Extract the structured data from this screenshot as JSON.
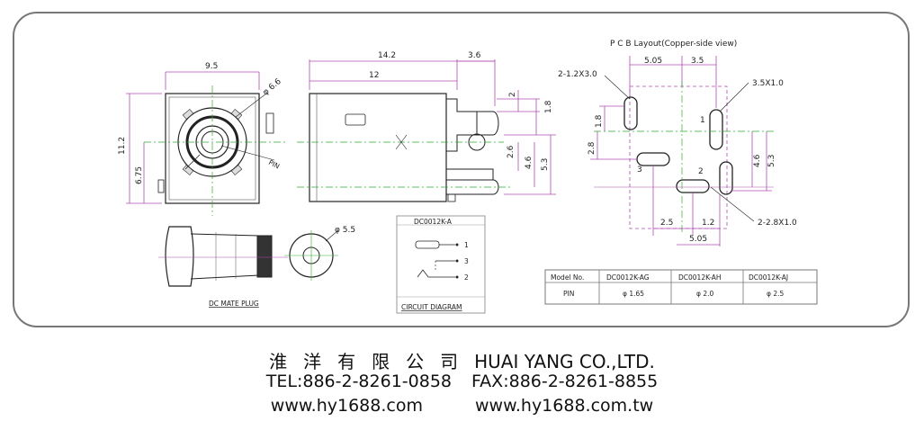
{
  "top_view": {
    "dim_width": "9.5",
    "dim_dia": "φ 6.6",
    "dim_height": "11.2",
    "dim_center": "6.75",
    "pin_label": "PIN"
  },
  "side_view": {
    "dim_total": "14.2",
    "dim_body": "12",
    "dim_tail": "3.6",
    "dim_2": "2",
    "dim_1_8": "1.8",
    "dim_2_6": "2.6",
    "dim_4_6": "4.6",
    "dim_5_3": "5.3"
  },
  "plug": {
    "label": "DC MATE PLUG",
    "dim_dia": "φ 5.5"
  },
  "circuit": {
    "title": "DC0012K-A",
    "pin1": "1",
    "pin3": "3",
    "pin2": "2",
    "caption": "CIRCUIT DIAGRAM"
  },
  "pcb": {
    "title": "P C B Layout(Copper-side view)",
    "dim_5_05_top": "5.05",
    "dim_3_5": "3.5",
    "slot_a": "2-1.2X3.0",
    "slot_b": "3.5X1.0",
    "slot_c": "2-2.8X1.0",
    "dim_1_8": "1.8",
    "dim_2_8": "2.8",
    "dim_4_6": "4.6",
    "dim_5_3": "5.3",
    "dim_2_5": "2.5",
    "dim_1_2": "1.2",
    "dim_5_05_bottom": "5.05",
    "pad1": "1",
    "pad2": "2",
    "pad3": "3"
  },
  "table": {
    "headers": [
      "Model No.",
      "DC0012K-AG",
      "DC0012K-AH",
      "DC0012K-AJ"
    ],
    "row": [
      "PIN",
      "φ 1.65",
      "φ 2.0",
      "φ 2.5"
    ]
  },
  "footer": {
    "company_cn": "淮洋有限公司",
    "company_en": "HUAI YANG CO.,LTD.",
    "tel": "TEL:886-2-8261-0858",
    "fax": "FAX:886-2-8261-8855",
    "web1": "www.hy1688.com",
    "web2": "www.hy1688.com.tw"
  },
  "colors": {
    "frame": "#777777",
    "dim_line": "#b04bb0",
    "center_line": "#33aa33",
    "outline": "#222222"
  }
}
